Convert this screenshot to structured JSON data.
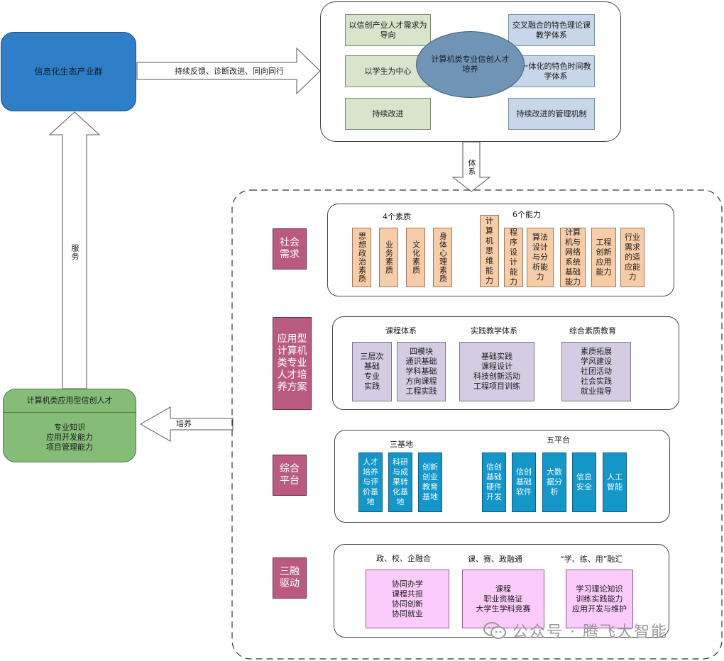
{
  "ecosystem": {
    "label": "信息化生态产业群",
    "color": "#2f7ec8"
  },
  "arrows": {
    "feedback": "持续反馈、诊断改进、同向同行",
    "service": "服务",
    "system": "体系",
    "cultivate": "培养"
  },
  "talent": {
    "title": "计算机类应用型信创人才",
    "lines": "专业知识\n应用开发能力\n项目管理能力",
    "color": "#85bd78"
  },
  "top": {
    "center": "计算机类专业信创人才培养",
    "left": [
      "以信创产业人才需求为导向",
      "以学生为中心",
      "持续改进"
    ],
    "right": [
      "交叉融合的特色理论课教学体系",
      "一体化的特色时间教学体系",
      "持续改进的管理机制"
    ]
  },
  "social": {
    "label": "社会需求",
    "qualities_title": "4个素质",
    "qualities": [
      "思想政治素质",
      "业务素质",
      "文化素质",
      "身体心理素质"
    ],
    "abilities_title": "6个能力",
    "abilities": [
      "计算机思维能力",
      "程序设计能力",
      "算法设计与分析能力",
      "计算机与网络系统基础能力",
      "工程创新应用能力",
      "行业需求的适应能力"
    ]
  },
  "plan": {
    "label": "应用型计算机类专业人才培养方案",
    "course_title": "课程体系",
    "course_a": "三层次\n基础\n专业\n实践",
    "course_b": "四模块\n通识基础\n学科基础\n方向课程\n工程实践",
    "practice_title": "实践教学体系",
    "practice": "基础实践\n课程设计\n科技创新活动\n工程项目训练",
    "quality_title": "综合素质教育",
    "quality": "素质拓展\n学风建设\n社团活动\n社会实践\n就业指导"
  },
  "platform": {
    "label": "综合平台",
    "bases_title": "三基地",
    "bases": [
      "人才培养与评价基地",
      "科研与成果转化基地",
      "创新创业教育基地"
    ],
    "platforms_title": "五平台",
    "platforms": [
      "信创基础硬件开发",
      "信创基础软件",
      "大数据分析",
      "信息安全",
      "人工智能"
    ]
  },
  "drive": {
    "label": "三融驱动",
    "g1_title": "政、校、企融合",
    "g1": "协同办学\n课程共担\n协同创新\n协同就业",
    "g2_title": "课、赛、政融通",
    "g2": "课程\n职业资格证\n大学生学科竞赛",
    "g3_title": "“学、练、用”融汇",
    "g3": "学习理论知识\n训练实践能力\n应用开发与维护"
  },
  "watermark": "公众号 · 腾飞大智能"
}
